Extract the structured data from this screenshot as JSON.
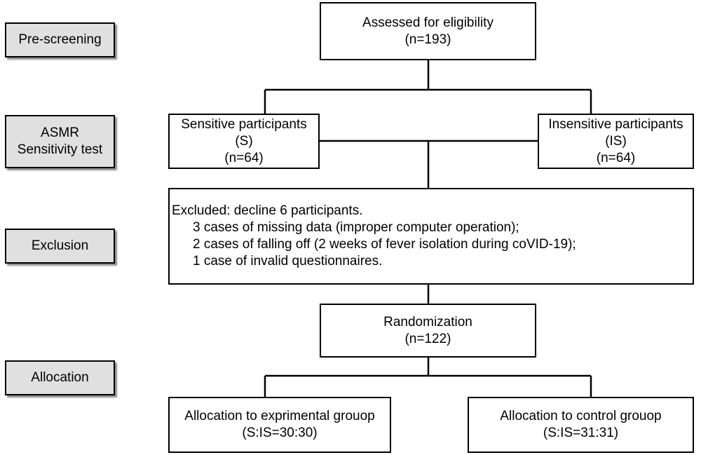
{
  "stages": {
    "prescreening": "Pre-screening",
    "asmr_line1": "ASMR",
    "asmr_line2": "Sensitivity test",
    "exclusion": "Exclusion",
    "allocation": "Allocation"
  },
  "assessed": {
    "title": "Assessed for eligibility",
    "count": "(n=193)"
  },
  "sensitive": {
    "title": "Sensitive participants",
    "abbr": "(S)",
    "count": "(n=64)"
  },
  "insensitive": {
    "title": "Insensitive participants",
    "abbr": "(IS)",
    "count": "(n=64)"
  },
  "excluded": {
    "heading": "Excluded: decline 6 participants.",
    "reasons": [
      "3 cases of missing data (improper computer operation);",
      "2 cases of falling off (2 weeks of fever isolation during coVID-19);",
      "1 case of invalid questionnaires."
    ]
  },
  "randomization": {
    "title": "Randomization",
    "count": "(n=122)"
  },
  "experimental": {
    "title": "Allocation to exprimental grouop",
    "ratio": "(S:IS=30:30)"
  },
  "control": {
    "title": "Allocation to control grouop",
    "ratio": "(S:IS=31:31)"
  }
}
